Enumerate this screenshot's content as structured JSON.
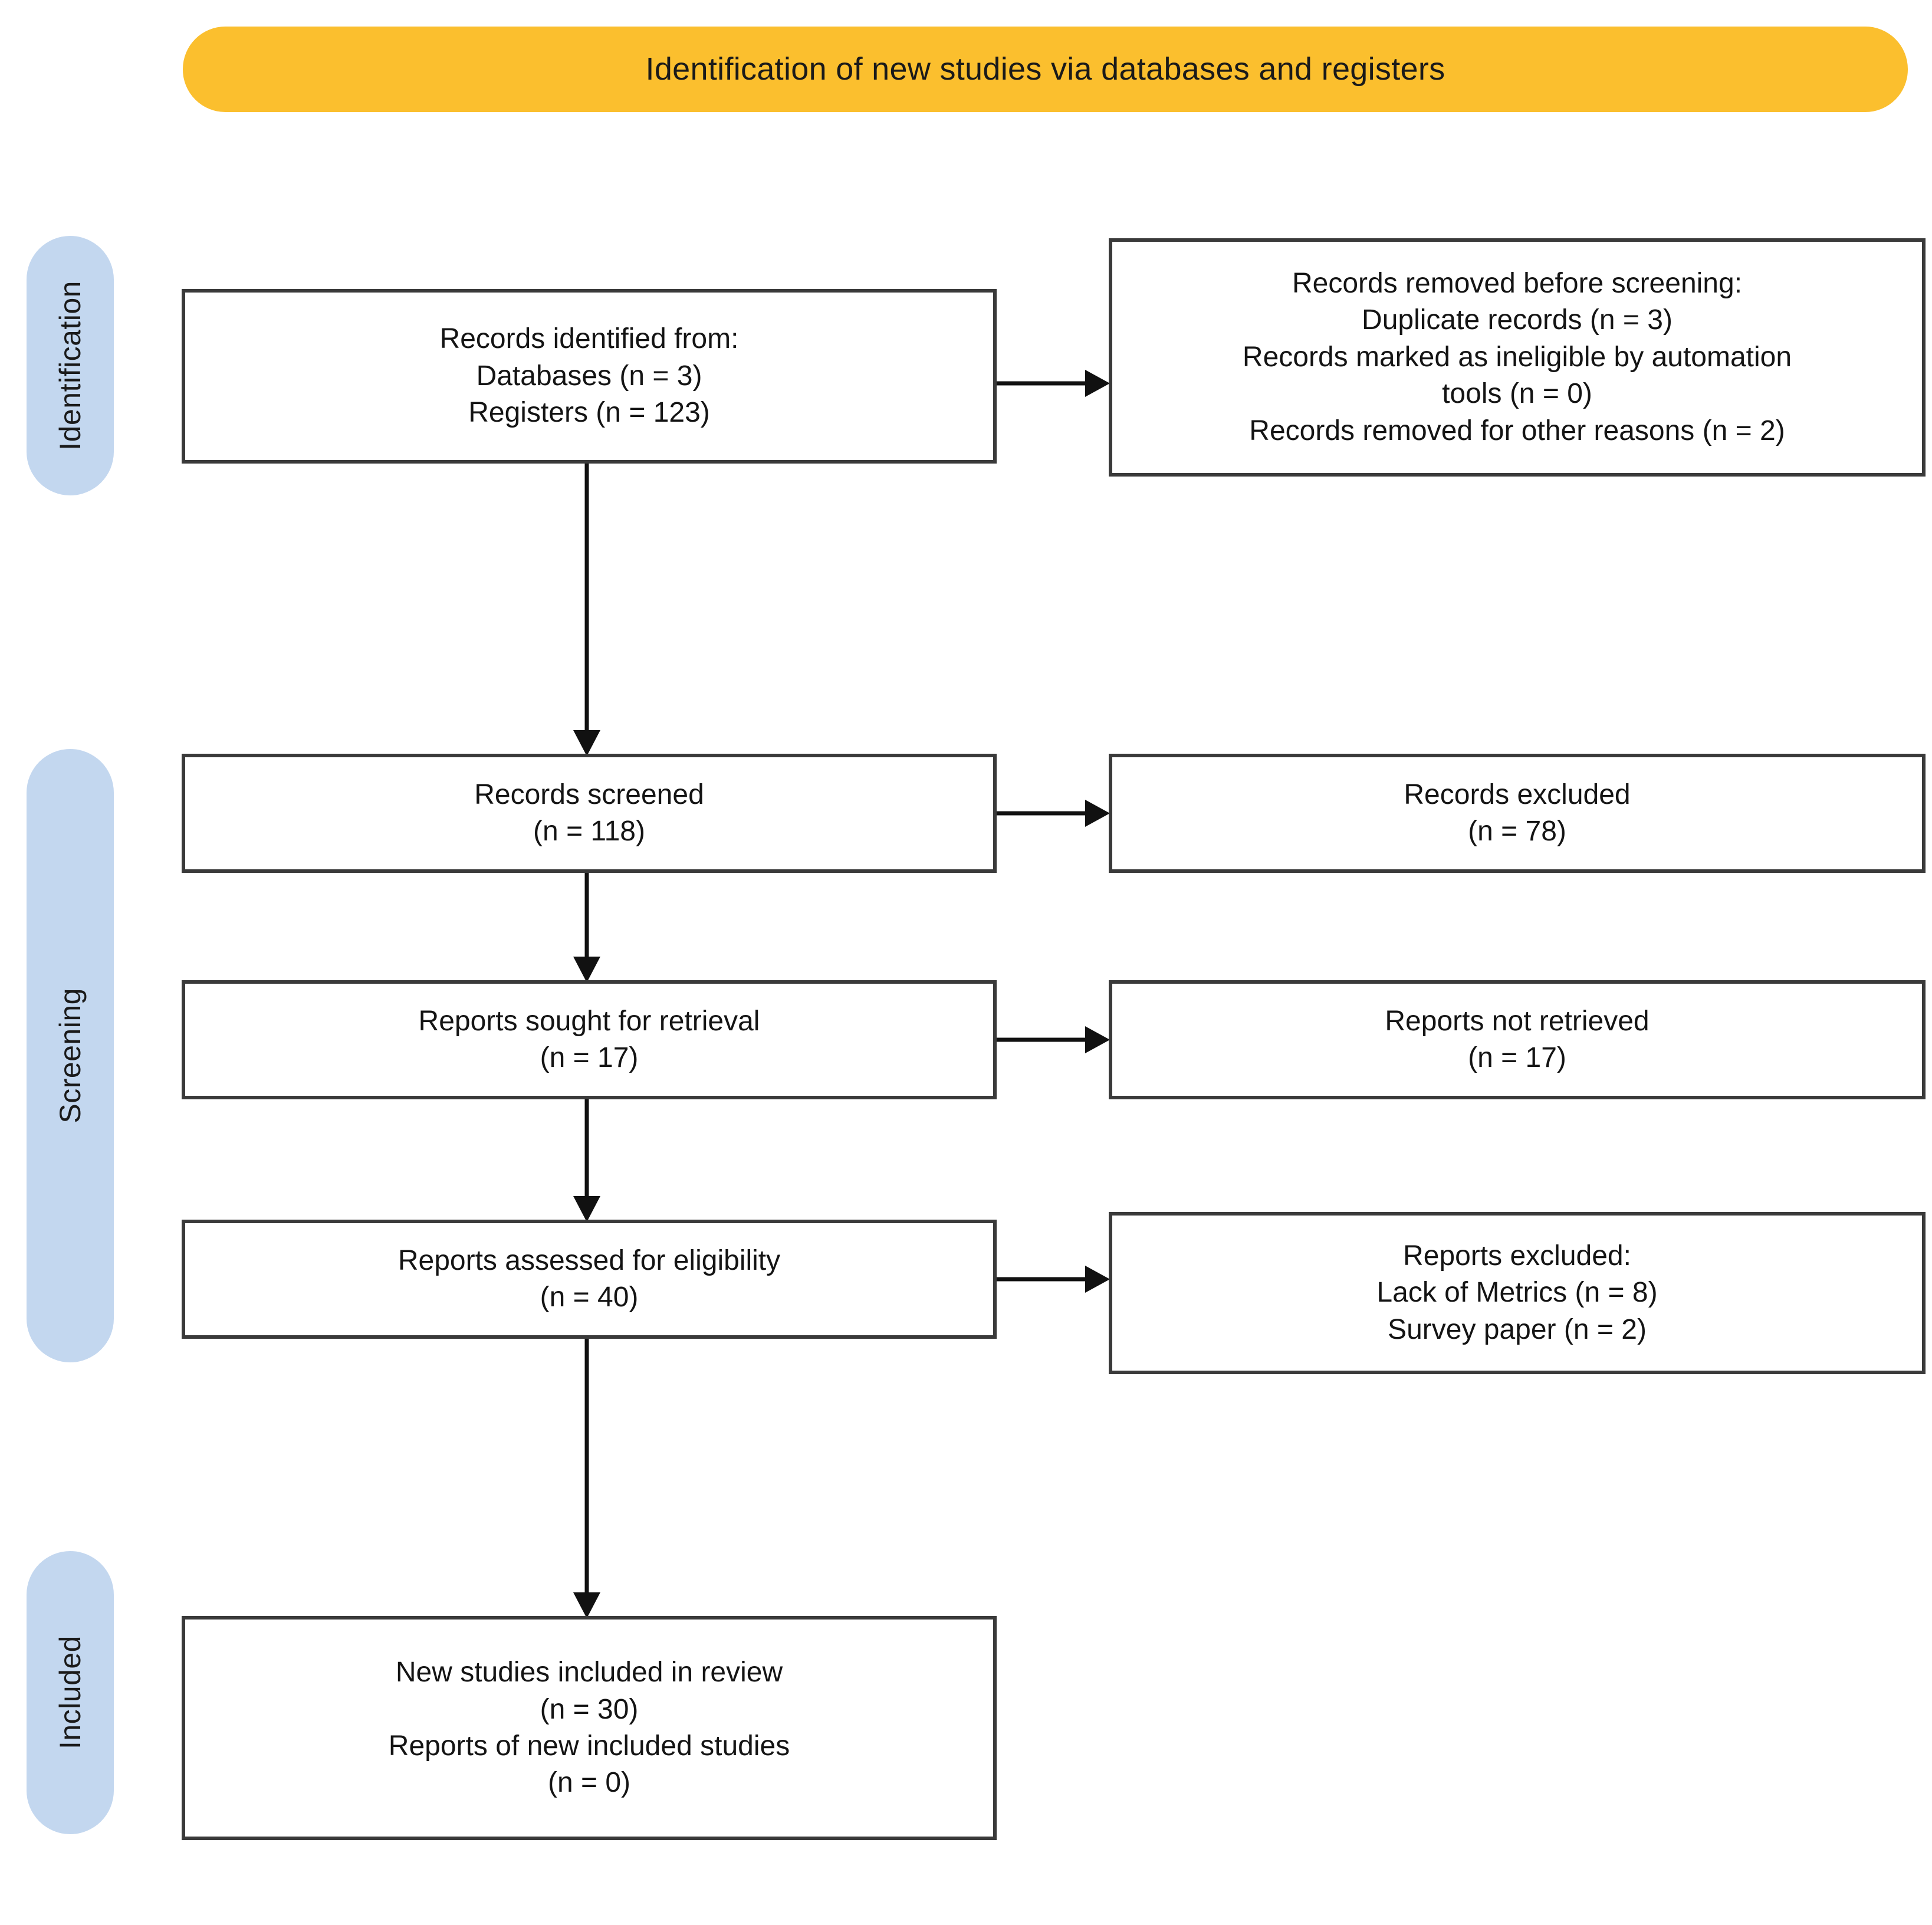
{
  "header": {
    "title": "Identification of new studies via databases and registers",
    "color": "#FBBF2E"
  },
  "stages": {
    "color": "#C3D7EF",
    "items": [
      {
        "key": "identification",
        "label": "Identification"
      },
      {
        "key": "screening",
        "label": "Screening"
      },
      {
        "key": "included",
        "label": "Included"
      }
    ]
  },
  "boxes": {
    "identified": {
      "lines": [
        "Records identified from:",
        "Databases (n = 3)",
        "Registers (n = 123)"
      ]
    },
    "removed_before_screening": {
      "lines": [
        "Records removed before screening:",
        "Duplicate records (n = 3)",
        "Records marked as ineligible by automation",
        "tools (n = 0)",
        "Records removed for other reasons (n = 2)"
      ]
    },
    "records_screened": {
      "lines": [
        "Records screened",
        "(n = 118)"
      ]
    },
    "records_excluded": {
      "lines": [
        "Records excluded",
        "(n = 78)"
      ]
    },
    "reports_sought": {
      "lines": [
        "Reports sought for retrieval",
        "(n = 17)"
      ]
    },
    "reports_not_retrieved": {
      "lines": [
        "Reports not retrieved",
        "(n = 17)"
      ]
    },
    "reports_assessed": {
      "lines": [
        "Reports assessed for eligibility",
        "(n = 40)"
      ]
    },
    "reports_excluded": {
      "lines": [
        "Reports excluded:",
        "Lack of Metrics (n = 8)",
        "Survey paper (n = 2)"
      ]
    },
    "new_studies_included": {
      "lines": [
        "New studies included in review",
        "(n = 30)",
        "Reports of new included studies",
        "(n = 0)"
      ]
    }
  },
  "chart_data": {
    "type": "diagram",
    "title": "Identification of new studies via databases and registers",
    "diagram_kind": "PRISMA 2020 flow diagram",
    "stages": [
      "Identification",
      "Screening",
      "Included"
    ],
    "nodes": [
      {
        "id": "identified",
        "stage": "Identification",
        "column": "left",
        "label": "Records identified from:",
        "counts": {
          "Databases": 3,
          "Registers": 123
        }
      },
      {
        "id": "removed_before_screening",
        "stage": "Identification",
        "column": "right",
        "label": "Records removed before screening:",
        "counts": {
          "Duplicate records": 3,
          "Records marked as ineligible by automation tools": 0,
          "Records removed for other reasons": 2
        }
      },
      {
        "id": "records_screened",
        "stage": "Screening",
        "column": "left",
        "label": "Records screened",
        "n": 118
      },
      {
        "id": "records_excluded",
        "stage": "Screening",
        "column": "right",
        "label": "Records excluded",
        "n": 78
      },
      {
        "id": "reports_sought",
        "stage": "Screening",
        "column": "left",
        "label": "Reports sought for retrieval",
        "n": 17
      },
      {
        "id": "reports_not_retrieved",
        "stage": "Screening",
        "column": "right",
        "label": "Reports not retrieved",
        "n": 17
      },
      {
        "id": "reports_assessed",
        "stage": "Screening",
        "column": "left",
        "label": "Reports assessed for eligibility",
        "n": 40
      },
      {
        "id": "reports_excluded",
        "stage": "Screening",
        "column": "right",
        "label": "Reports excluded:",
        "counts": {
          "Lack of Metrics": 8,
          "Survey paper": 2
        }
      },
      {
        "id": "new_studies_included",
        "stage": "Included",
        "column": "left",
        "label": "New studies included in review",
        "counts": {
          "New studies included in review": 30,
          "Reports of new included studies": 0
        }
      }
    ],
    "edges": [
      {
        "from": "identified",
        "to": "removed_before_screening",
        "direction": "right"
      },
      {
        "from": "identified",
        "to": "records_screened",
        "direction": "down"
      },
      {
        "from": "records_screened",
        "to": "records_excluded",
        "direction": "right"
      },
      {
        "from": "records_screened",
        "to": "reports_sought",
        "direction": "down"
      },
      {
        "from": "reports_sought",
        "to": "reports_not_retrieved",
        "direction": "right"
      },
      {
        "from": "reports_sought",
        "to": "reports_assessed",
        "direction": "down"
      },
      {
        "from": "reports_assessed",
        "to": "reports_excluded",
        "direction": "right"
      },
      {
        "from": "reports_assessed",
        "to": "new_studies_included",
        "direction": "down"
      }
    ]
  }
}
